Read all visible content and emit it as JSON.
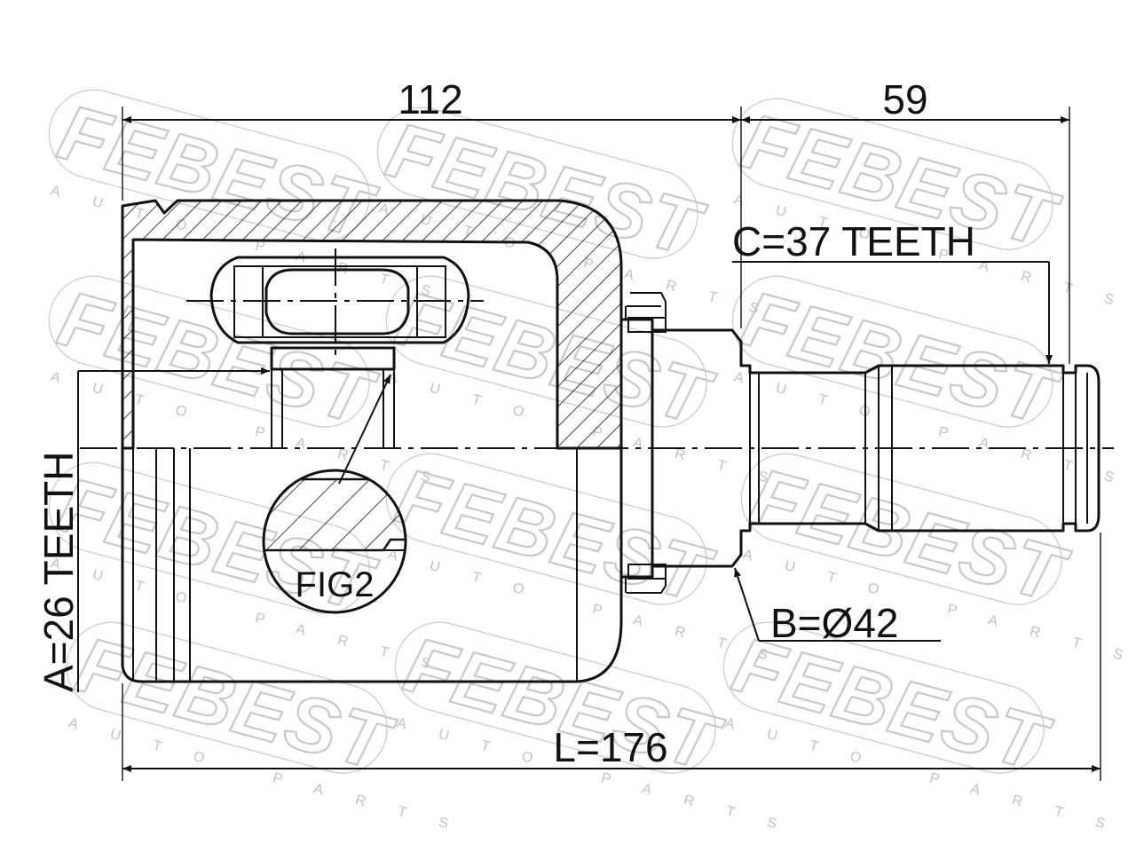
{
  "drawing": {
    "dimensions": {
      "overall_length": "L=176",
      "left_span": "112",
      "right_span": "59",
      "spline_a": "A=26 TEETH",
      "spline_b": "B=Ø42",
      "spline_c": "C=37 TEETH"
    },
    "detail_label": "FIG2",
    "watermark": {
      "brand": "FEBEST",
      "sub": "AUTO PARTS"
    }
  },
  "colors": {
    "line": "#111111",
    "watermark": "#c9c9c9",
    "background": "#ffffff"
  }
}
